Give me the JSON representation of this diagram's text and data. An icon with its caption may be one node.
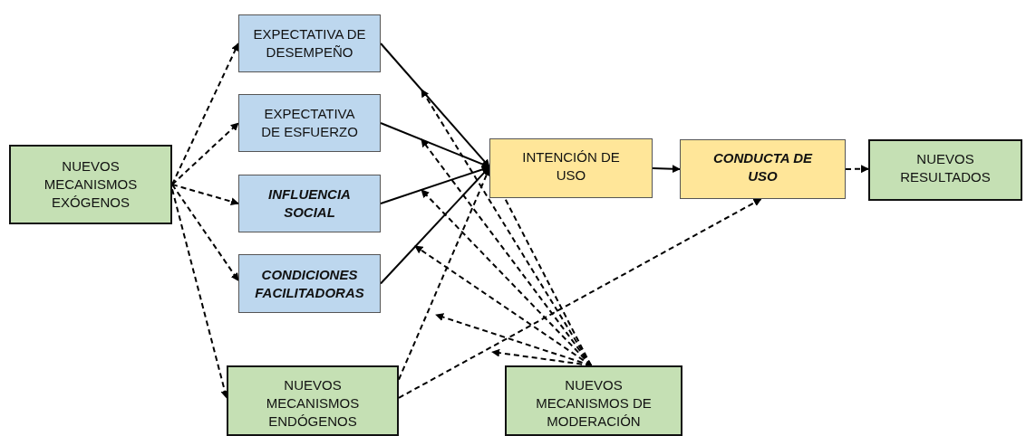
{
  "diagram": {
    "nodes": [
      {
        "text": [
          "NUEVOS MECANISMOS EXÓGENOS"
        ]
      },
      {
        "text": [
          "EXPECTATIVA DE DESEMPEÑO"
        ]
      },
      {
        "text": [
          "EXPECTATIVA DE ESFUERZO"
        ]
      },
      {
        "text": [
          "INFLUENCIA SOCIAL"
        ]
      },
      {
        "text": [
          "CONDICIONES FACILITADORAS"
        ]
      },
      {
        "text": [
          "INTENCIÓN DE USO"
        ]
      },
      {
        "text": [
          "CONDUCTA DE USO"
        ]
      },
      {
        "text": [
          "NUEVOS RESULTADOS"
        ]
      },
      {
        "text": [
          "NUEVOS MECANISMOS ENDÓGENOS"
        ]
      },
      {
        "text": [
          "NUEVOS MECANISMOS DE MODERACIÓN"
        ]
      }
    ],
    "edges": [
      {
        "from": 0,
        "to": 1,
        "arrow": "to",
        "style": "dashed"
      },
      {
        "from": 0,
        "to": 2,
        "arrow": "to",
        "style": "dashed"
      },
      {
        "from": 0,
        "to": 3,
        "arrow": "to",
        "style": "dashed"
      },
      {
        "from": 0,
        "to": 4,
        "arrow": "to",
        "style": "dashed"
      },
      {
        "from": 0,
        "to": 8,
        "arrow": "to",
        "style": "dashed"
      },
      {
        "from": 1,
        "to": 5,
        "arrow": "to"
      },
      {
        "from": 2,
        "to": 5,
        "arrow": "to"
      },
      {
        "from": 3,
        "to": 5,
        "arrow": "to"
      },
      {
        "from": 4,
        "to": 5,
        "arrow": "to"
      },
      {
        "from": 5,
        "to": 6,
        "arrow": "to"
      },
      {
        "from": 6,
        "to": 7,
        "arrow": "to",
        "style": "dashed"
      },
      {
        "from": 8,
        "to": 5,
        "arrow": "to",
        "style": "dashed"
      },
      {
        "from": 8,
        "to": 6,
        "arrow": "to",
        "style": "dashed"
      },
      {
        "from": 9,
        "to": 5,
        "arrow": "to",
        "style": "dashed"
      },
      {
        "from": 9,
        "to": null,
        "arrow": "to",
        "style": "dashed"
      },
      {
        "from": 9,
        "to": null,
        "arrow": "to",
        "style": "dashed"
      },
      {
        "from": 9,
        "to": null,
        "arrow": "to",
        "style": "dashed"
      },
      {
        "from": 9,
        "to": null,
        "arrow": "to",
        "style": "dashed"
      },
      {
        "from": 9,
        "to": null,
        "arrow": "to",
        "style": "dashed"
      },
      {
        "from": 9,
        "to": null,
        "arrow": "to",
        "style": "dashed"
      }
    ]
  }
}
